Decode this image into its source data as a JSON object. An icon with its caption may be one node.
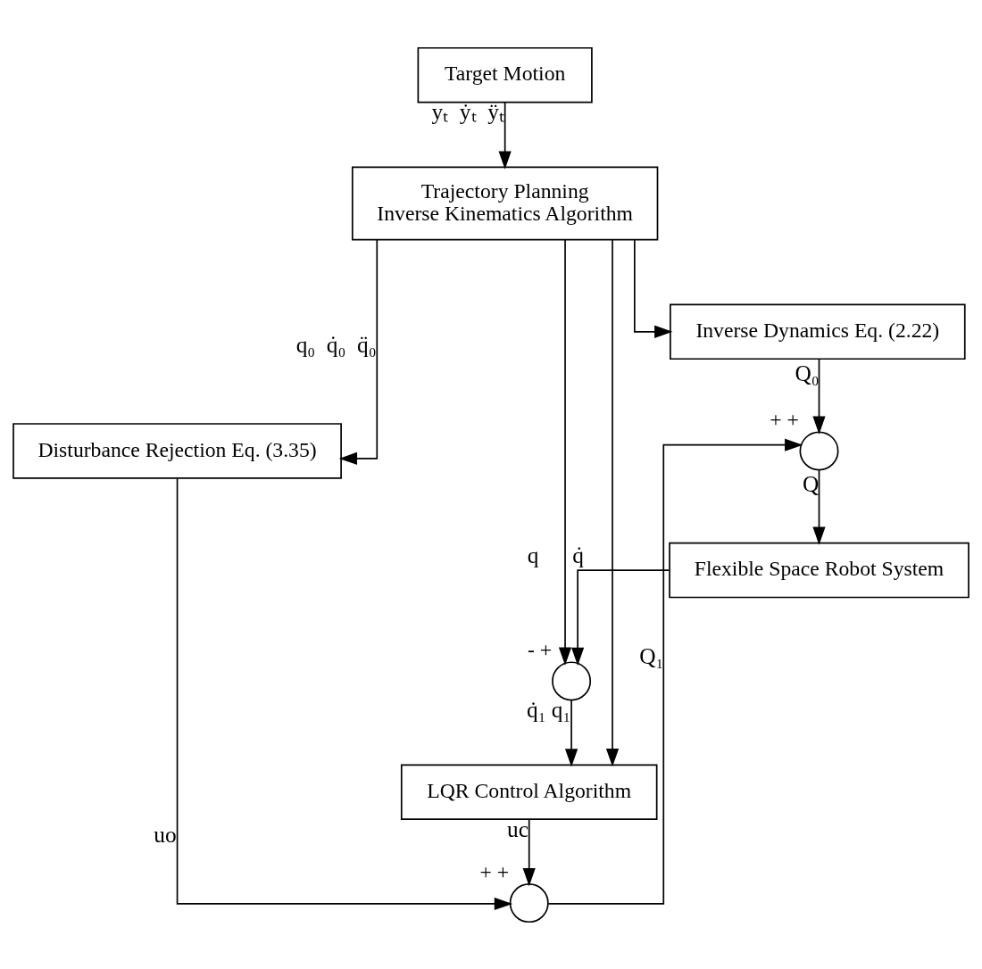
{
  "diagram": {
    "nodes": [
      {
        "text": [
          "Target Motion"
        ]
      },
      {
        "text": [
          "Trajectory Planning",
          "Inverse Kinematics Algorithm"
        ]
      },
      {
        "text": [
          "Inverse Dynamics Eq. (2.22)"
        ]
      },
      {
        "text": [
          "Disturbance Rejection Eq. (3.35)"
        ]
      },
      {
        "text": [
          "LQR Control Algorithm"
        ]
      },
      {
        "text": [],
        "shape": "circle",
        "beside": [
          "-",
          "+"
        ]
      },
      {
        "text": [],
        "shape": "circle",
        "beside": [
          "+",
          "+"
        ]
      },
      {
        "text": [],
        "shape": "circle",
        "beside": [
          "+",
          "+"
        ]
      },
      {
        "text": [
          "Flexible Space Robot System"
        ]
      }
    ],
    "edges": [
      {
        "from": 0,
        "to": 1,
        "arrow": "to",
        "label": "yₜ  ẏₜ  ÿₜ"
      },
      {
        "from": 1,
        "to": 2,
        "arrow": "to"
      },
      {
        "from": 1,
        "to": 3,
        "arrow": "to",
        "label": "q₀  q̇₀  q̈₀"
      },
      {
        "from": 1,
        "to": 4,
        "arrow": "to"
      },
      {
        "from": 1,
        "to": 5,
        "arrow": "to"
      },
      {
        "from": 5,
        "to": 4,
        "arrow": "to",
        "label": "q̇₁ q₁"
      },
      {
        "from": 3,
        "to": 6,
        "arrow": "to",
        "label": "uo"
      },
      {
        "from": 4,
        "to": 6,
        "arrow": "to",
        "label": "uc"
      },
      {
        "from": 2,
        "to": 7,
        "arrow": "to",
        "label": "Q₀"
      },
      {
        "from": 6,
        "to": 7,
        "arrow": "to",
        "label": "Q₁"
      },
      {
        "from": 7,
        "to": 8,
        "arrow": "to",
        "label": "Q"
      },
      {
        "from": 8,
        "to": 5,
        "arrow": "to",
        "label": "q      q̇"
      }
    ]
  }
}
